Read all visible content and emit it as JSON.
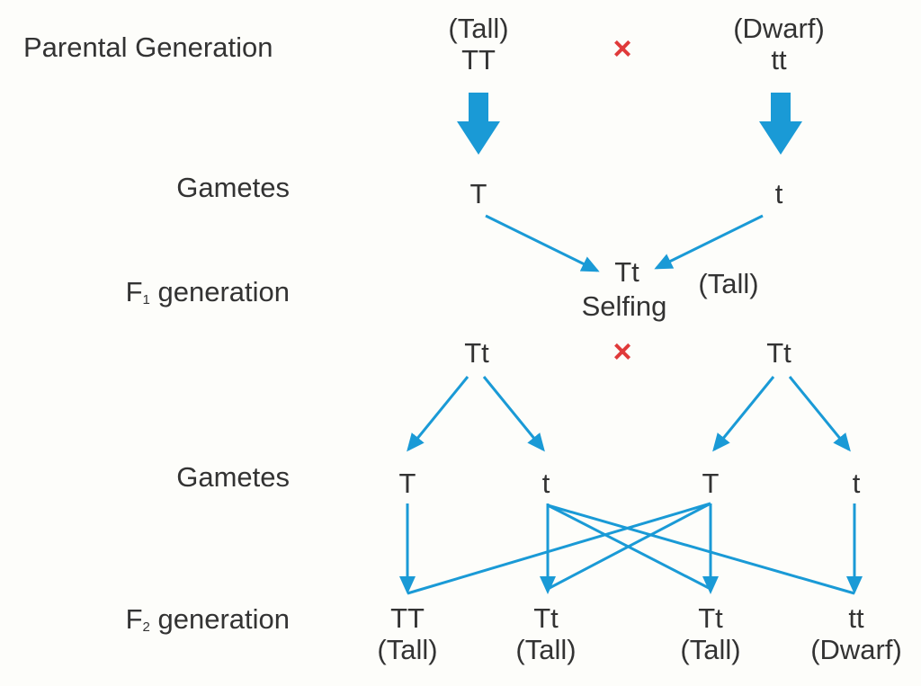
{
  "row_labels": {
    "parental": "Parental Generation",
    "gametes1": "Gametes",
    "f1_prefix": "F",
    "f1_sub": "1",
    "f1_suffix": " generation",
    "gametes2": "Gametes",
    "f2_prefix": "F",
    "f2_sub": "2",
    "f2_suffix": " generation"
  },
  "parents": {
    "left_phenotype": "(Tall)",
    "left_genotype": "TT",
    "right_phenotype": "(Dwarf)",
    "right_genotype": "tt",
    "cross_symbol": "×"
  },
  "gametes1": {
    "left": "T",
    "right": "t"
  },
  "f1": {
    "genotype": "Tt",
    "phenotype": "(Tall)",
    "selfing": "Selfing"
  },
  "f1_cross": {
    "left": "Tt",
    "right": "Tt",
    "cross_symbol": "×"
  },
  "gametes2": [
    "T",
    "t",
    "T",
    "t"
  ],
  "f2": [
    {
      "genotype": "TT",
      "phenotype": "(Tall)"
    },
    {
      "genotype": "Tt",
      "phenotype": "(Tall)"
    },
    {
      "genotype": "Tt",
      "phenotype": "(Tall)"
    },
    {
      "genotype": "tt",
      "phenotype": "(Dwarf)"
    }
  ],
  "colors": {
    "arrow": "#1a9ad6",
    "cross": "#e03a3a",
    "text": "#333333"
  }
}
